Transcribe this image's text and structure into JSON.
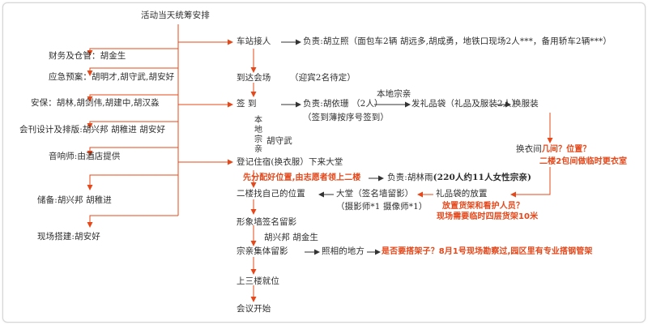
{
  "title": "活动当天统筹安排",
  "left": {
    "finance": "财务及仓管：胡金生",
    "emergency": "应急预案：胡明才,胡守武,胡安好",
    "security": "安保：胡林,胡剑伟,胡建中,胡汉淼",
    "design": "会刊设计及排版:胡兴邦  胡稚进  胡安好",
    "sound": "音响师:由酒店提供",
    "reserve": "储备:胡兴邦  胡稚进",
    "setup": "现场搭建:胡安好"
  },
  "flow": {
    "station": "车站接人",
    "station_note": "负责:胡立照（面包车2辆  胡远多,胡成勇，地铁口现场2人***，备用轿车2辆***）",
    "arrive": "到达会场",
    "arrive_note": "（迎宾2名待定）",
    "signin": "签    到",
    "signin_note": "负责:胡依珊  （2人）",
    "signin_sub": "（签到薄按序号签到）",
    "local_label": "本地宗亲",
    "gift": "发礼品袋（礼品及服装2人）",
    "change": "换服装",
    "changeroom": "换衣间",
    "changeroom_q": "几间？位置？",
    "changeroom_a": "二楼2包间做临时更衣室",
    "side_v": "本地宗亲",
    "huswu": "胡守武",
    "hotel": "登记住宿(换衣服）下来大堂",
    "assign": "先分配好位置,由志愿者领上二楼",
    "assign_lead": "负责:胡林雨",
    "assign_count": "(220人约11人女性宗亲)",
    "floor2": "二楼找自己的位置",
    "lobby": "大堂（签名墙留影）",
    "photo": "（摄影师*1  摄像师*1）",
    "gift_place": "礼品袋的放置",
    "rack": "放置货架和看护人员？",
    "rack_note": "现场需要临时四层货架10米",
    "wall": "形象墙签名留影",
    "wall_people": "胡兴邦  胡金生",
    "group": "宗亲集体留影",
    "photo_spot": "照相的地方",
    "scaffold": "是否要搭架子？8月1号现场勘察过,园区里有专业搭钢管架",
    "floor3": "上三楼就位",
    "start": "会议开始"
  }
}
